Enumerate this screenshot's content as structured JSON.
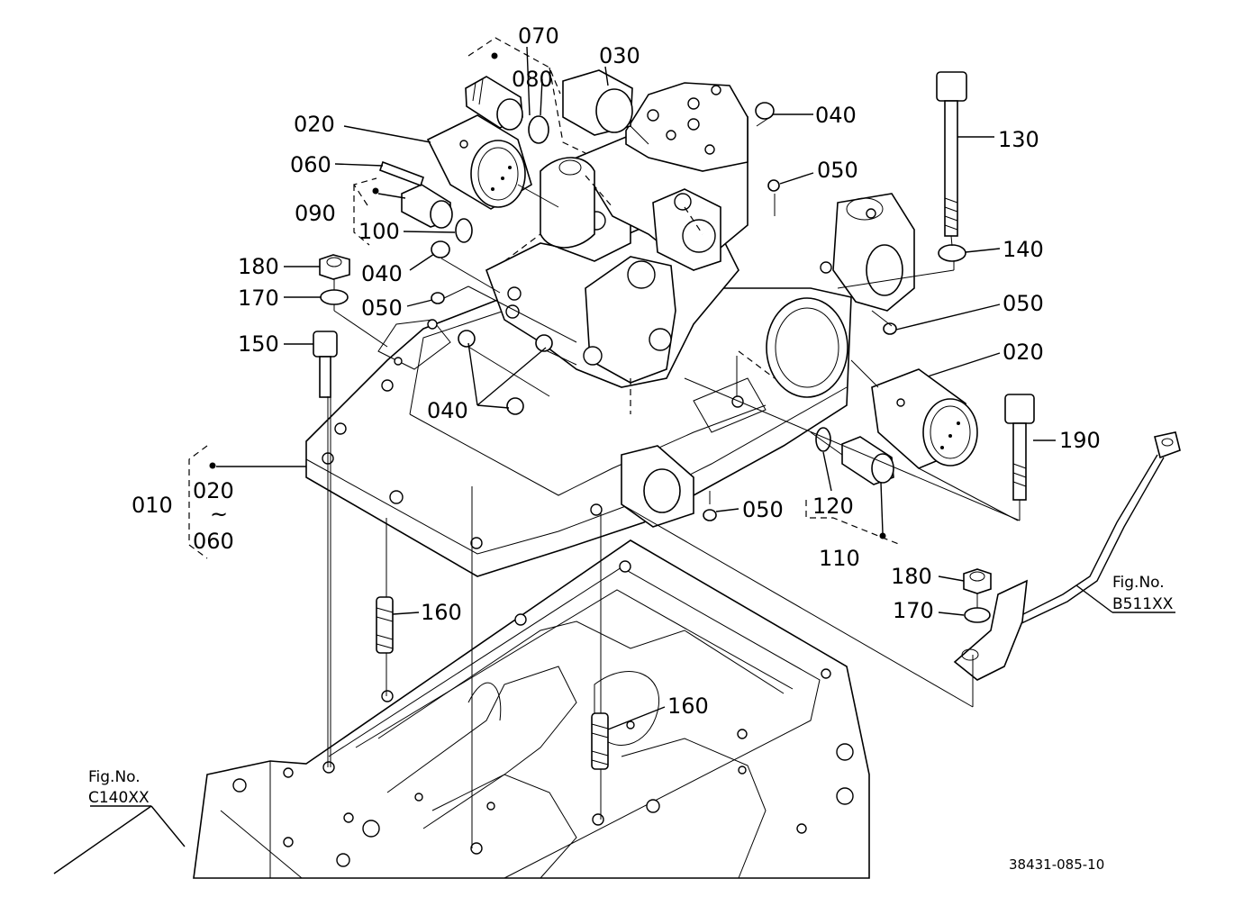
{
  "callouts": {
    "p010": "010",
    "p020_a": "020",
    "p020_b": "020",
    "p020_range_from": "020",
    "p020_range_sep": "~",
    "p020_range_to": "060",
    "p030": "030",
    "p040_a": "040",
    "p040_b": "040",
    "p040_c": "040",
    "p050_a": "050",
    "p050_b": "050",
    "p050_c": "050",
    "p050_d": "050",
    "p060": "060",
    "p070": "070",
    "p080": "080",
    "p090": "090",
    "p100": "100",
    "p110": "110",
    "p120": "120",
    "p130": "130",
    "p140": "140",
    "p150": "150",
    "p160_a": "160",
    "p160_b": "160",
    "p170_a": "170",
    "p170_b": "170",
    "p180_a": "180",
    "p180_b": "180",
    "p190": "190"
  },
  "references": {
    "right": {
      "label": "Fig.No.",
      "code": "B511XX"
    },
    "left": {
      "label": "Fig.No.",
      "code": "C140XX"
    }
  },
  "drawing_code": "38431-085-10"
}
